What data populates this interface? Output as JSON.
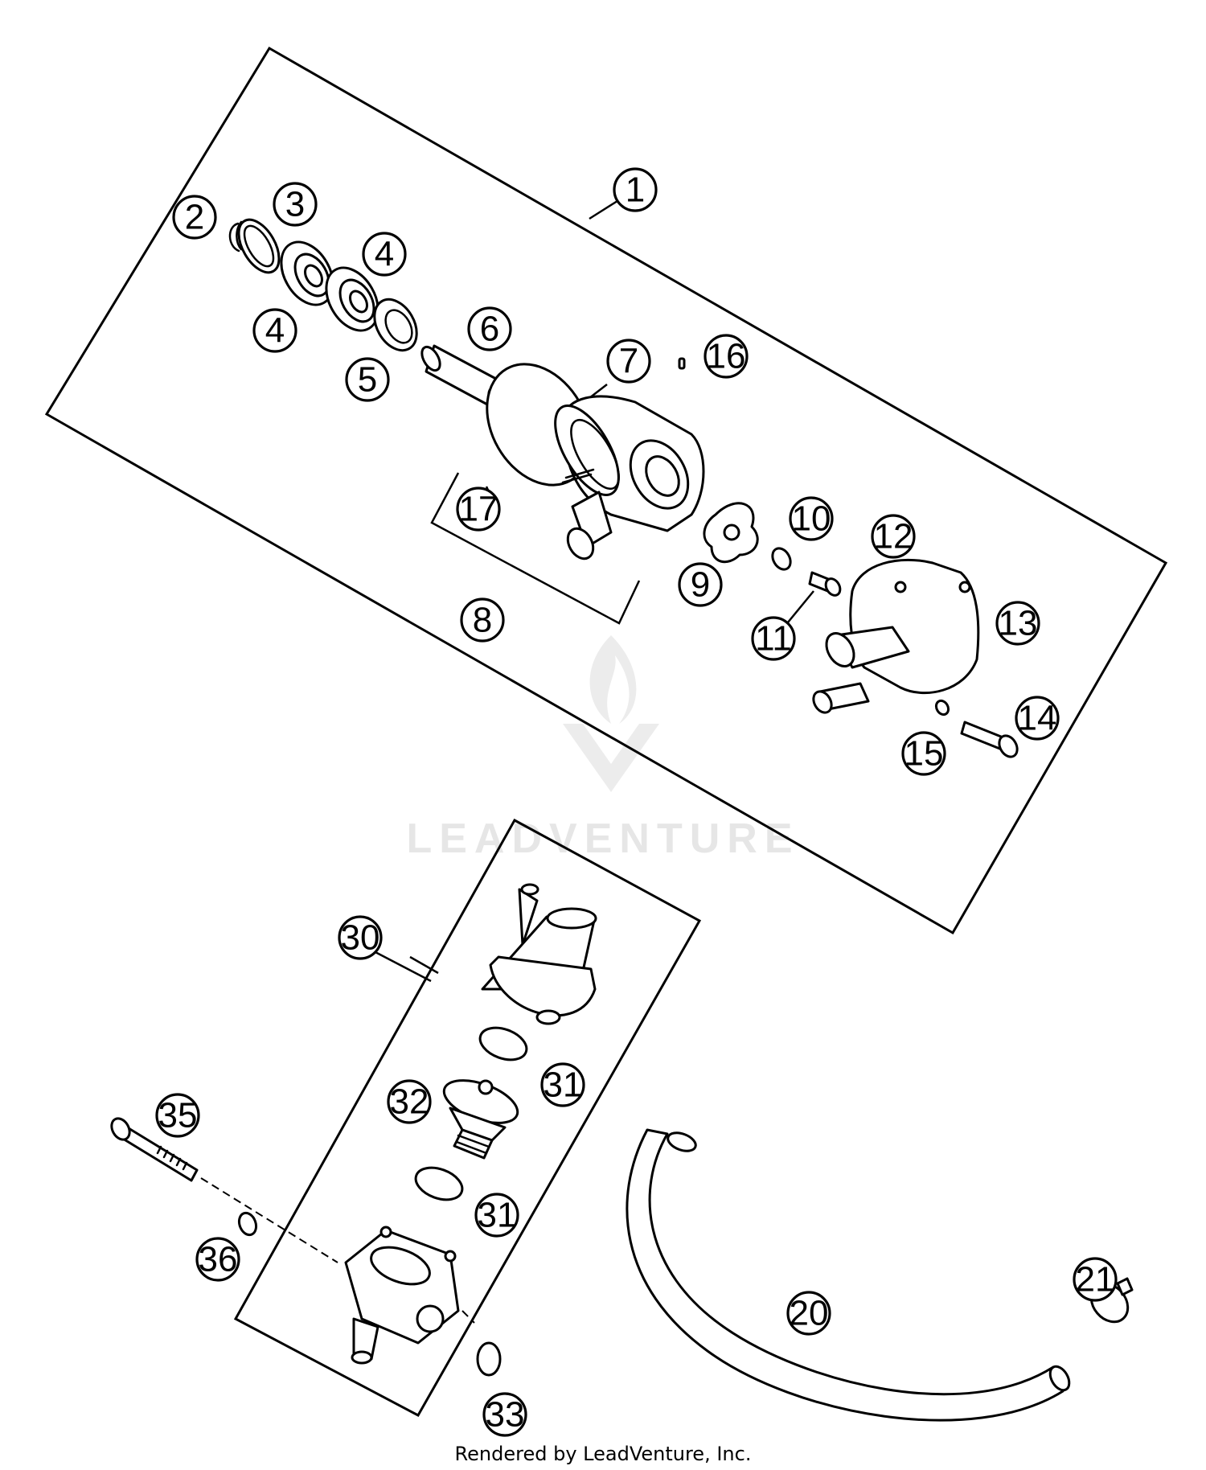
{
  "watermark": "LEADVENTURE",
  "footer": "Rendered by LeadVenture, Inc.",
  "callouts": [
    "1",
    "2",
    "3",
    "4",
    "4",
    "5",
    "6",
    "7",
    "16",
    "17",
    "10",
    "12",
    "9",
    "8",
    "13",
    "11",
    "14",
    "15",
    "30",
    "31",
    "32",
    "35",
    "31",
    "36",
    "20",
    "21",
    "33"
  ]
}
